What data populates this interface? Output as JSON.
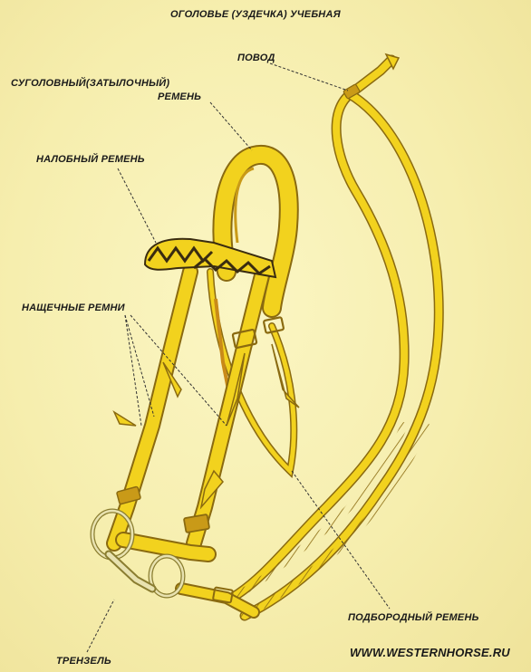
{
  "title": "ОГОЛОВЬЕ (УЗДЕЧКА) УЧЕБНАЯ",
  "labels": {
    "rein": "ПОВОД",
    "crown_line1": "СУГОЛОВНЫЙ(ЗАТЫЛОЧНЫЙ)",
    "crown_line2": "РЕМЕНЬ",
    "browband": "НАЛОБНЫЙ РЕМЕНЬ",
    "cheek": "НАЩЕЧНЫЕ РЕМНИ",
    "chin": "ПОДБОРОДНЫЙ РЕМЕНЬ",
    "bit": "ТРЕНЗЕЛЬ"
  },
  "watermark": "WWW.WESTERNHORSE.RU",
  "colors": {
    "background": "#f6eeae",
    "leather": "#f2d21e",
    "leather_outline": "#8a6a10",
    "leather_shadow": "#c99a18",
    "pattern": "#3a2c10",
    "metal": "#e8e2b0",
    "leader_line": "#333333"
  }
}
